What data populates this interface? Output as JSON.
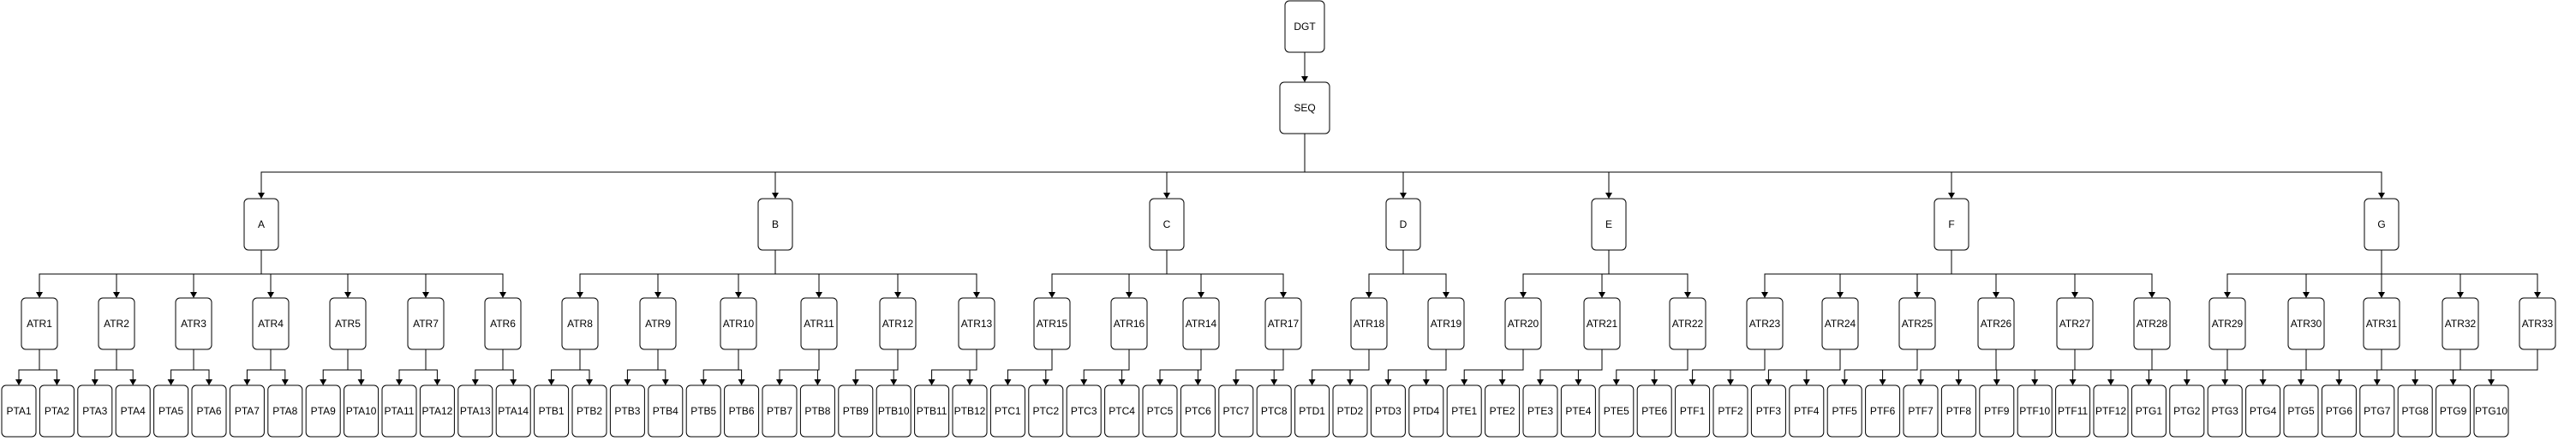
{
  "root": "DGT",
  "child_of_root": "SEQ",
  "groups": [
    {
      "label": "A",
      "children": [
        {
          "label": "ATR1",
          "leaves": [
            "PTA1",
            "PTA2"
          ]
        },
        {
          "label": "ATR2",
          "leaves": [
            "PTA3",
            "PTA4"
          ]
        },
        {
          "label": "ATR3",
          "leaves": [
            "PTA5",
            "PTA6"
          ]
        },
        {
          "label": "ATR4",
          "leaves": [
            "PTA7",
            "PTA8"
          ]
        },
        {
          "label": "ATR5",
          "leaves": [
            "PTA9",
            "PTA10"
          ]
        },
        {
          "label": "ATR7",
          "leaves": [
            "PTA11",
            "PTA12"
          ]
        },
        {
          "label": "ATR6",
          "leaves": [
            "PTA13",
            "PTA14"
          ]
        }
      ]
    },
    {
      "label": "B",
      "children": [
        {
          "label": "ATR8",
          "leaves": [
            "PTB1",
            "PTB2"
          ]
        },
        {
          "label": "ATR9",
          "leaves": [
            "PTB3",
            "PTB4"
          ]
        },
        {
          "label": "ATR10",
          "leaves": [
            "PTB5",
            "PTB6"
          ]
        },
        {
          "label": "ATR11",
          "leaves": [
            "PTB7",
            "PTB8"
          ]
        },
        {
          "label": "ATR12",
          "leaves": [
            "PTB9",
            "PTB10"
          ]
        },
        {
          "label": "ATR13",
          "leaves": [
            "PTB11",
            "PTB12"
          ]
        }
      ]
    },
    {
      "label": "C",
      "children": [
        {
          "label": "ATR15",
          "leaves": [
            "PTC1",
            "PTC2"
          ]
        },
        {
          "label": "ATR16",
          "leaves": [
            "PTC3",
            "PTC4"
          ]
        },
        {
          "label": "ATR14",
          "leaves": [
            "PTC5",
            "PTC6"
          ]
        },
        {
          "label": "ATR17",
          "leaves": [
            "PTC7",
            "PTC8"
          ]
        }
      ]
    },
    {
      "label": "D",
      "children": [
        {
          "label": "ATR18",
          "leaves": [
            "PTD1",
            "PTD2"
          ]
        },
        {
          "label": "ATR19",
          "leaves": [
            "PTD3",
            "PTD4"
          ]
        }
      ]
    },
    {
      "label": "E",
      "children": [
        {
          "label": "ATR20",
          "leaves": [
            "PTE1",
            "PTE2"
          ]
        },
        {
          "label": "ATR21",
          "leaves": [
            "PTE3",
            "PTE4"
          ]
        },
        {
          "label": "ATR22",
          "leaves": [
            "PTE5",
            "PTE6"
          ]
        }
      ]
    },
    {
      "label": "F",
      "children": [
        {
          "label": "ATR23",
          "leaves": [
            "PTF1",
            "PTF2"
          ]
        },
        {
          "label": "ATR24",
          "leaves": [
            "PTF3",
            "PTF4"
          ]
        },
        {
          "label": "ATR25",
          "leaves": [
            "PTF5",
            "PTF6"
          ]
        },
        {
          "label": "ATR26",
          "leaves": [
            "PTF7",
            "PTF8"
          ]
        },
        {
          "label": "ATR27",
          "leaves": [
            "PTF9",
            "PTF10"
          ]
        },
        {
          "label": "ATR28",
          "leaves": [
            "PTF11",
            "PTF12"
          ]
        }
      ]
    },
    {
      "label": "G",
      "children": [
        {
          "label": "ATR29",
          "leaves": [
            "PTG1",
            "PTG2"
          ]
        },
        {
          "label": "ATR30",
          "leaves": [
            "PTG3",
            "PTG4"
          ]
        },
        {
          "label": "ATR31",
          "leaves": [
            "PTG5",
            "PTG6"
          ]
        },
        {
          "label": "ATR32",
          "leaves": [
            "PTG7",
            "PTG8"
          ]
        },
        {
          "label": "ATR33",
          "leaves": [
            "PTG9",
            "PTG10"
          ]
        }
      ]
    }
  ]
}
